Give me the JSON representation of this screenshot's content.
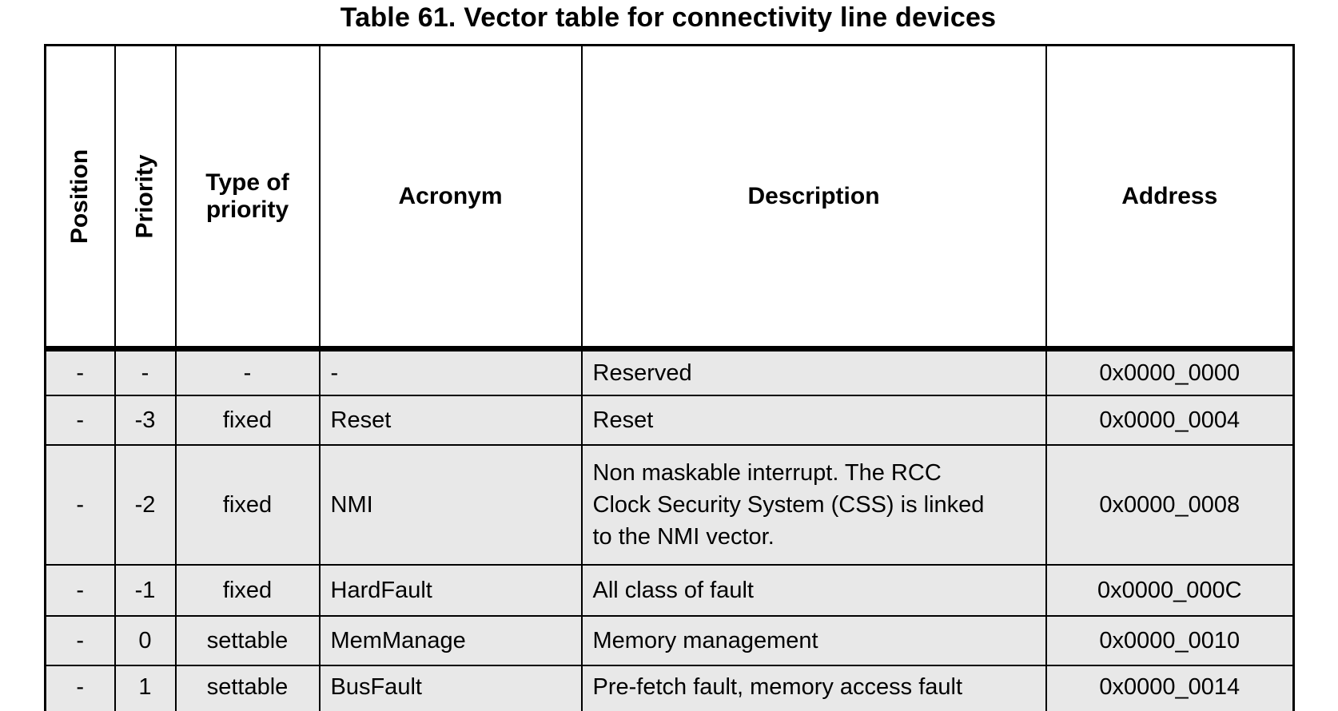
{
  "table": {
    "title": "Table 61. Vector table for connectivity line devices",
    "columns": [
      {
        "label": "Position",
        "rotated": true
      },
      {
        "label": "Priority",
        "rotated": true
      },
      {
        "label": "Type of priority",
        "rotated": false
      },
      {
        "label": "Acronym",
        "rotated": false
      },
      {
        "label": "Description",
        "rotated": false
      },
      {
        "label": "Address",
        "rotated": false
      }
    ],
    "rows": [
      [
        "-",
        "-",
        "-",
        "-",
        "Reserved",
        "0x0000_0000"
      ],
      [
        "-",
        "-3",
        "fixed",
        "Reset",
        "Reset",
        "0x0000_0004"
      ],
      [
        "-",
        "-2",
        "fixed",
        "NMI",
        "Non maskable interrupt. The RCC Clock Security System (CSS) is linked to the NMI vector.",
        "0x0000_0008"
      ],
      [
        "-",
        "-1",
        "fixed",
        "HardFault",
        "All class of fault",
        "0x0000_000C"
      ],
      [
        "-",
        "0",
        "settable",
        "MemManage",
        "Memory management",
        "0x0000_0010"
      ],
      [
        "-",
        "1",
        "settable",
        "BusFault",
        "Pre-fetch fault, memory access fault",
        "0x0000_0014"
      ]
    ],
    "colors": {
      "row_bg": "#e8e8e8",
      "header_bg": "#ffffff",
      "border": "#000000",
      "text": "#000000"
    }
  }
}
